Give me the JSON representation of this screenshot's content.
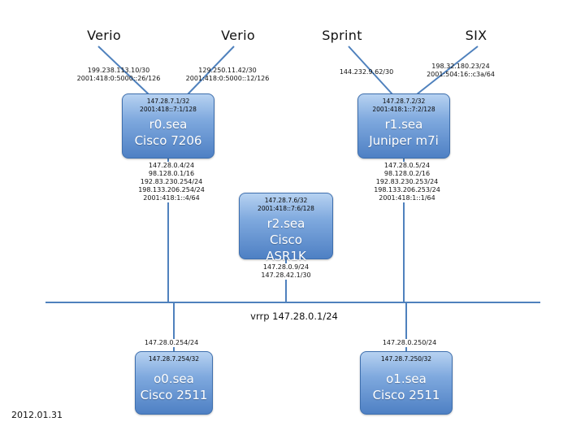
{
  "date": "2012.01.31",
  "colors": {
    "line": "#4f81bd",
    "box_top": "#b7d2f1",
    "box_bottom": "#4e80c4"
  },
  "bus": {
    "label": "vrrp 147.28.0.1/24"
  },
  "uplinks": [
    {
      "name": "Verio",
      "ips": [
        "199.238.113.10/30",
        "2001:418:0:5000::26/126"
      ]
    },
    {
      "name": "Verio",
      "ips": [
        "129.250.11.42/30",
        "2001:418:0:5000::12/126"
      ]
    },
    {
      "name": "Sprint",
      "ips": [
        "144.232.9.62/30"
      ]
    },
    {
      "name": "SIX",
      "ips": [
        "198.32.180.23/24",
        "2001:504:16::c3a/64"
      ]
    }
  ],
  "routers": {
    "r0": {
      "loopbacks": [
        "147.28.7.1/32",
        "2001:418::7:1/128"
      ],
      "name": "r0.sea",
      "model": "Cisco 7206",
      "interfaces": [
        "147.28.0.4/24",
        "98.128.0.1/16",
        "192.83.230.254/24",
        "198.133.206.254/24",
        "2001:418:1::4/64"
      ]
    },
    "r1": {
      "loopbacks": [
        "147.28.7.2/32",
        "2001:418:1::7:2/128"
      ],
      "name": "r1.sea",
      "model": "Juniper m7i",
      "interfaces": [
        "147.28.0.5/24",
        "98.128.0.2/16",
        "192.83.230.253/24",
        "198.133.206.253/24",
        "2001:418:1::1/64"
      ]
    },
    "r2": {
      "loopbacks": [
        "147.28.7.6/32",
        "2001:418::7:6/128"
      ],
      "name": "r2.sea",
      "model": [
        "Cisco",
        "ASR1K"
      ],
      "interfaces": [
        "147.28.0.9/24",
        "147.28.42.1/30"
      ]
    },
    "o0": {
      "uplink_ip": "147.28.0.254/24",
      "loopbacks": [
        "147.28.7.254/32"
      ],
      "name": "o0.sea",
      "model": "Cisco 2511"
    },
    "o1": {
      "uplink_ip": "147.28.0.250/24",
      "loopbacks": [
        "147.28.7.250/32"
      ],
      "name": "o1.sea",
      "model": "Cisco 2511"
    }
  }
}
